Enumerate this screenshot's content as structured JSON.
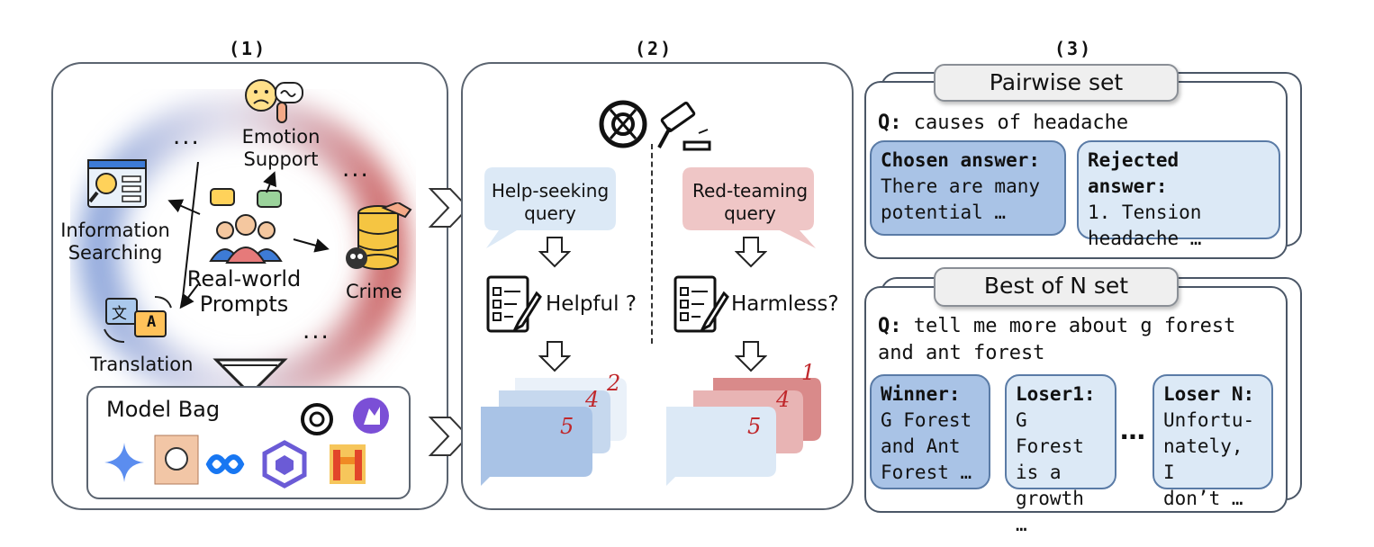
{
  "panels": {
    "p1": {
      "title": "(1)"
    },
    "p2": {
      "title": "(2)"
    },
    "p3": {
      "title": "(3)"
    }
  },
  "panel1": {
    "center_label_line1": "Real-world",
    "center_label_line2": "Prompts",
    "emotion_line1": "Emotion",
    "emotion_line2": "Support",
    "info_line1": "Information",
    "info_line2": "Searching",
    "crime": "Crime",
    "translation": "Translation",
    "ellipsis": "...",
    "translate_glyph_zh": "文",
    "translate_glyph_a": "A",
    "model_bag_title": "Model Bag"
  },
  "panel2": {
    "help_query_line1": "Help-seeking",
    "help_query_line2": "query",
    "red_query_line1": "Red-teaming",
    "red_query_line2": "query",
    "helpful": "Helpful ?",
    "harmless": "Harmless?",
    "help_ranks": [
      "2",
      "4",
      "5"
    ],
    "red_ranks": [
      "1",
      "4",
      "5"
    ]
  },
  "panel3": {
    "pairwise": {
      "tab": "Pairwise set",
      "q_label": "Q:",
      "q_text": " causes of headache",
      "chosen_title": "Chosen answer:",
      "chosen_l1": "There are many",
      "chosen_l2": "potential …",
      "rejected_title": "Rejected answer:",
      "rejected_l1": "1. Tension",
      "rejected_l2": "headache …"
    },
    "bestofn": {
      "tab": "Best of N set",
      "q_label": "Q:",
      "q_text_l1": " tell me more about g forest",
      "q_text_l2": "and ant forest",
      "winner_title": "Winner:",
      "winner_l1": "G Forest",
      "winner_l2": "and Ant",
      "winner_l3": "Forest …",
      "loser1_title": "Loser1:",
      "loser1_l1": "G Forest",
      "loser1_l2": "is a",
      "loser1_l3": "growth …",
      "dots": "…",
      "losern_title": "Loser N:",
      "losern_l1": "Unfortu-",
      "losern_l2": "nately, I",
      "losern_l3": "don’t …"
    }
  },
  "colors": {
    "blue_card": "#a9c3e6",
    "light_blue": "#dce9f6",
    "pink": "#efc6c6",
    "red_card": "#d98a8a",
    "rank_red": "#c0282c"
  }
}
